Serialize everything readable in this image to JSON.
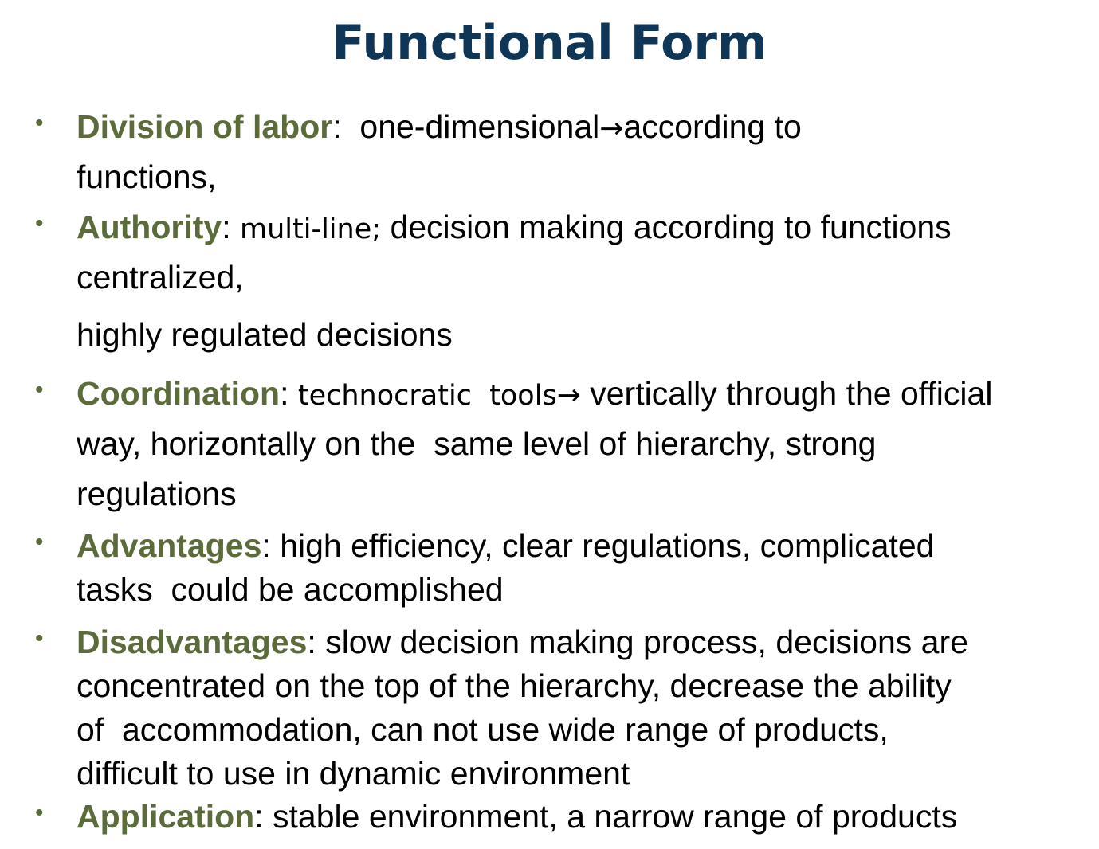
{
  "title": "Functional Form",
  "bullets": [
    {
      "term": "Division of labor",
      "sep": ":  ",
      "lines": [
        {
          "a": "one-dimensional",
          "arrow": "→",
          "b": "according to"
        },
        {
          "a": "functions,"
        }
      ]
    },
    {
      "term": "Authority",
      "sep": ": ",
      "narrow": "multi-line;",
      "lines": [
        {
          "a": " decision making according to functions"
        },
        {
          "a": "centralized,"
        },
        {
          "a": "highly regulated decisions"
        }
      ]
    },
    {
      "term": "Coordination",
      "sep": ": ",
      "narrow": "technocratic  tools",
      "lines": [
        {
          "arrow": "→",
          "a": " vertically through the official"
        },
        {
          "a": "way, horizontally on the  same level of hierarchy, strong"
        },
        {
          "a": "regulations"
        }
      ]
    },
    {
      "term": "Advantages",
      "sep": ": ",
      "lines": [
        {
          "a": "high efficiency, clear regulations, complicated"
        },
        {
          "a": "tasks  could be accomplished"
        }
      ]
    },
    {
      "term": "Disadvantages",
      "sep": ": ",
      "lines": [
        {
          "a": "slow decision making process, decisions are"
        },
        {
          "a": "concentrated on the top of the hierarchy, decrease the ability"
        },
        {
          "a": "of  accommodation, can not use wide range of products,"
        },
        {
          "a": "difficult to use in dynamic environment"
        }
      ]
    },
    {
      "term": "Application",
      "sep": ": ",
      "lines": [
        {
          "a": "stable environment, a narrow range of products"
        }
      ]
    }
  ],
  "colors": {
    "title": "#0f3557",
    "term": "#5b6b3a",
    "bullet": "#5b6b3a",
    "body": "#000000"
  },
  "icons": {
    "bullet": "bullet-dot",
    "arrow": "right-arrow-icon"
  }
}
